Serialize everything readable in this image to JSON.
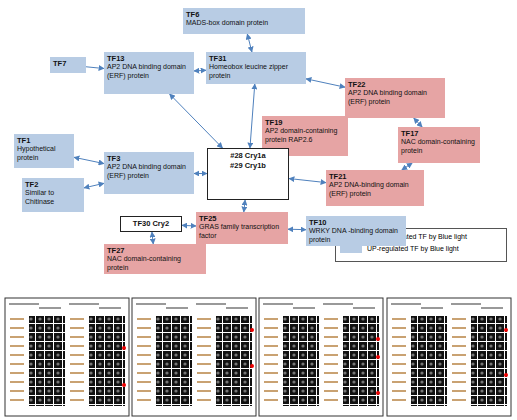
{
  "diagram": {
    "nodes": [
      {
        "text": [
          "TF6",
          "MADS-box domain protein"
        ]
      },
      {
        "text": [
          "TF7"
        ]
      },
      {
        "text": [
          "TF13",
          "AP2 DNA binding domain (ERF) protein"
        ]
      },
      {
        "text": [
          "TF31",
          "Homeobox leucine zipper protein"
        ]
      },
      {
        "text": [
          "TF22",
          "AP2 DNA binding domain (ERF) protein"
        ]
      },
      {
        "text": [
          "TF1",
          "Hypothetical protein"
        ]
      },
      {
        "text": [
          "TF19",
          "AP2 domain-containing protein RAP2.6"
        ]
      },
      {
        "text": [
          "TF17",
          "NAC domain-containing protein"
        ]
      },
      {
        "text": [
          "TF3",
          "AP2 DNA binding domain (ERF) protein"
        ]
      },
      {
        "text": [
          "#28 Cry1a",
          "#29 Cry1b"
        ]
      },
      {
        "text": [
          "TF2",
          "Similar to Chitinase"
        ]
      },
      {
        "text": [
          "TF21",
          "AP2 DNA-binding domain (ERF) protein"
        ]
      },
      {
        "text": [
          "TF30 Cry2"
        ]
      },
      {
        "text": [
          "TF25",
          "GRAS family transcription factor"
        ]
      },
      {
        "text": [
          "TF10",
          "WRKY DNA -binding domain protein"
        ]
      },
      {
        "text": [
          "TF27",
          "NAC domain-containing protein"
        ]
      }
    ],
    "edges": [
      {
        "from": 1,
        "to": 2,
        "arrow": "to"
      },
      {
        "from": 2,
        "to": 3,
        "arrow": "both"
      },
      {
        "from": 0,
        "to": 3,
        "arrow": "both"
      },
      {
        "from": 3,
        "to": 4,
        "arrow": "both"
      },
      {
        "from": 3,
        "to": 9,
        "arrow": "both"
      },
      {
        "from": 2,
        "to": 9,
        "arrow": "both"
      },
      {
        "from": 5,
        "to": 8,
        "arrow": "both"
      },
      {
        "from": 10,
        "to": 8,
        "arrow": "both"
      },
      {
        "from": 8,
        "to": 9,
        "arrow": "both"
      },
      {
        "from": 6,
        "to": 9,
        "arrow": "both"
      },
      {
        "from": 11,
        "to": 9,
        "arrow": "both"
      },
      {
        "from": 4,
        "to": 7,
        "arrow": "both"
      },
      {
        "from": 7,
        "to": 11,
        "arrow": "both"
      },
      {
        "from": 9,
        "to": 13,
        "arrow": "both"
      },
      {
        "from": 12,
        "to": 13,
        "arrow": "both"
      },
      {
        "from": 13,
        "to": 14,
        "arrow": "both"
      },
      {
        "from": 12,
        "to": 15,
        "arrow": "both"
      }
    ],
    "legend": [
      {
        "text": "Down-regulated TF by Blue light",
        "color": "#e6a4a4"
      },
      {
        "text": "UP-regulated TF by Blue light",
        "color": "#b8cce4"
      }
    ]
  }
}
